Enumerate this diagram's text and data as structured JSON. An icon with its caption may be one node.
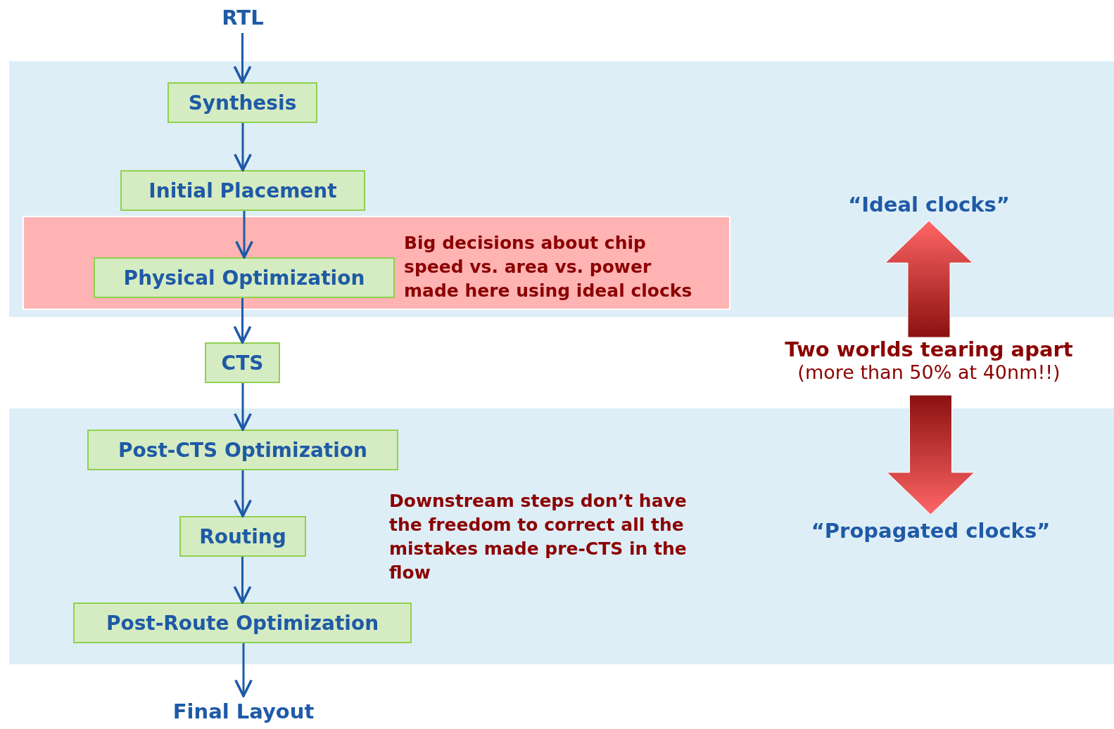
{
  "diagram": {
    "nodes": [
      {
        "text": [
          "RTL"
        ]
      },
      {
        "text": [],
        "shape": "band"
      },
      {
        "text": [
          "Synthesis"
        ],
        "in": 1
      },
      {
        "text": [
          "Initial Placement"
        ],
        "in": 1
      },
      {
        "text": [
          "Big decisions about chip speed vs. area vs. power made here using ideal clocks"
        ],
        "in": 1
      },
      {
        "text": [
          "Physical Optimization"
        ],
        "in": 4
      },
      {
        "text": [
          "CTS"
        ]
      },
      {
        "text": [
          "Downstream steps don’t have the freedom to correct all the mistakes made pre-CTS in the flow"
        ]
      },
      {
        "text": [
          "Post-CTS Optimization"
        ],
        "in": 7
      },
      {
        "text": [
          "Routing"
        ],
        "in": 7
      },
      {
        "text": [
          "Post-Route Optimization"
        ],
        "in": 7
      },
      {
        "text": [
          "Final Layout"
        ]
      },
      {
        "text": [
          "“Ideal clocks”"
        ],
        "in": 1
      },
      {
        "text": [
          "Two worlds tearing apart",
          "(more than 50% at 40nm!!)"
        ]
      },
      {
        "text": [
          "“Propagated clocks”"
        ],
        "in": 7
      }
    ],
    "edges": [
      {
        "from": 0,
        "to": 2,
        "arrow": "to"
      },
      {
        "from": 2,
        "to": 3,
        "arrow": "to"
      },
      {
        "from": 3,
        "to": 5,
        "arrow": "to"
      },
      {
        "from": 5,
        "to": 6,
        "arrow": "to"
      },
      {
        "from": 6,
        "to": 8,
        "arrow": "to"
      },
      {
        "from": 8,
        "to": 9,
        "arrow": "to"
      },
      {
        "from": 9,
        "to": 10,
        "arrow": "to"
      },
      {
        "from": 10,
        "to": 11,
        "arrow": "to"
      },
      {
        "from": 13,
        "to": 12,
        "arrow": "to",
        "style": "thick",
        "color": "#8b1010"
      },
      {
        "from": 13,
        "to": 14,
        "arrow": "to",
        "style": "thick",
        "color": "#8b1010"
      }
    ]
  }
}
